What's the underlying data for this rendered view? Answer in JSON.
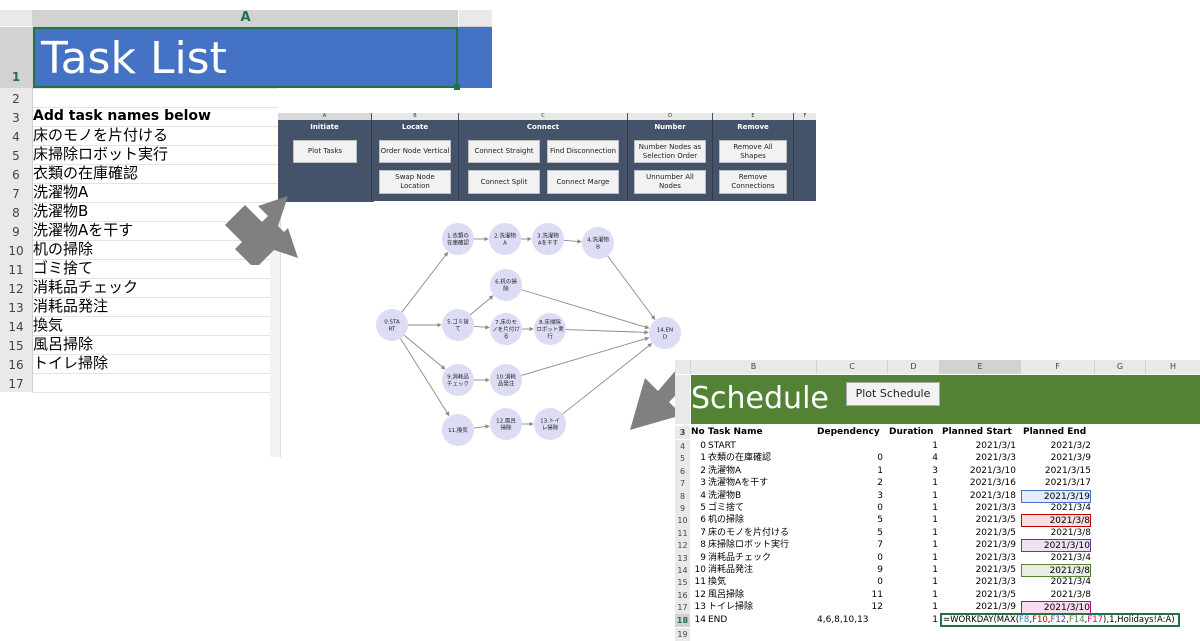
{
  "task_sheet": {
    "column_label": "A",
    "title": "Task List",
    "title_bg": "#4472c4",
    "header": "Add task names below",
    "row_numbers": [
      "1",
      "2",
      "3",
      "4",
      "5",
      "6",
      "7",
      "8",
      "9",
      "10",
      "11",
      "12",
      "13",
      "14",
      "15",
      "16",
      "17"
    ],
    "tasks": [
      "床のモノを片付ける",
      "床掃除ロボット実行",
      "衣類の在庫確認",
      "洗濯物A",
      "洗濯物B",
      "洗濯物Aを干す",
      "机の掃除",
      "ゴミ捨て",
      "消耗品チェック",
      "消耗品発注",
      "換気",
      "風呂掃除",
      "トイレ掃除"
    ]
  },
  "ribbon": {
    "bg": "#44536a",
    "col_letters": [
      "A",
      "B",
      "C",
      "D",
      "E",
      "F"
    ],
    "groups": [
      {
        "label": "Initiate",
        "buttons": [
          "Plot Tasks"
        ]
      },
      {
        "label": "Locate",
        "buttons": [
          "Order Node Vertical",
          "Swap Node Location"
        ]
      },
      {
        "label": "Connect",
        "buttons": [
          "Connect Straight",
          "Find Disconnection",
          "Connect Split",
          "Connect Marge"
        ]
      },
      {
        "label": "Number",
        "buttons": [
          "Number Nodes as Selection Order",
          "Unnumber All Nodes"
        ]
      },
      {
        "label": "Remove",
        "buttons": [
          "Remove All Shapes",
          "Remove Connections"
        ]
      }
    ]
  },
  "graph": {
    "node_color": "#dcdcf5",
    "nodes": [
      {
        "id": "n0",
        "label": "0.STA RT"
      },
      {
        "id": "n1",
        "label": "1.衣類の 在庫確認"
      },
      {
        "id": "n2",
        "label": "2.洗濯物 A"
      },
      {
        "id": "n3",
        "label": "3.洗濯物 Aを干す"
      },
      {
        "id": "n4",
        "label": "4.洗濯物 B"
      },
      {
        "id": "n5",
        "label": "5.ゴミ捨 て"
      },
      {
        "id": "n6",
        "label": "6.机の掃 除"
      },
      {
        "id": "n7",
        "label": "7.床のモ ノを片付け る"
      },
      {
        "id": "n8",
        "label": "8.床掃除 ロボット実 行"
      },
      {
        "id": "n9",
        "label": "9.消耗品 チェック"
      },
      {
        "id": "n10",
        "label": "10.消耗 品発注"
      },
      {
        "id": "n11",
        "label": "11.換気"
      },
      {
        "id": "n12",
        "label": "12.風呂 掃除"
      },
      {
        "id": "n13",
        "label": "13.トイ レ掃除"
      },
      {
        "id": "n14",
        "label": "14.EN D"
      }
    ],
    "edges": [
      [
        "n0",
        "n1"
      ],
      [
        "n0",
        "n5"
      ],
      [
        "n0",
        "n9"
      ],
      [
        "n0",
        "n11"
      ],
      [
        "n1",
        "n2"
      ],
      [
        "n2",
        "n3"
      ],
      [
        "n3",
        "n4"
      ],
      [
        "n5",
        "n6"
      ],
      [
        "n5",
        "n7"
      ],
      [
        "n7",
        "n8"
      ],
      [
        "n9",
        "n10"
      ],
      [
        "n11",
        "n12"
      ],
      [
        "n12",
        "n13"
      ],
      [
        "n4",
        "n14"
      ],
      [
        "n6",
        "n14"
      ],
      [
        "n8",
        "n14"
      ],
      [
        "n10",
        "n14"
      ],
      [
        "n13",
        "n14"
      ]
    ]
  },
  "schedule": {
    "col_letters": [
      "B",
      "C",
      "D",
      "E",
      "F",
      "G",
      "H"
    ],
    "title": "Schedule",
    "title_bg": "#548235",
    "button": "Plot Schedule",
    "headers": [
      "No",
      "Task Name",
      "Dependency",
      "Duration",
      "Planned Start",
      "Planned End"
    ],
    "rows": [
      {
        "rn": "4",
        "no": "0",
        "name": "START",
        "dep": "",
        "dur": "1",
        "start": "2021/3/1",
        "end": "2021/3/2"
      },
      {
        "rn": "5",
        "no": "1",
        "name": "衣類の在庫確認",
        "dep": "0",
        "dur": "4",
        "start": "2021/3/3",
        "end": "2021/3/9"
      },
      {
        "rn": "6",
        "no": "2",
        "name": "洗濯物A",
        "dep": "1",
        "dur": "3",
        "start": "2021/3/10",
        "end": "2021/3/15"
      },
      {
        "rn": "7",
        "no": "3",
        "name": "洗濯物Aを干す",
        "dep": "2",
        "dur": "1",
        "start": "2021/3/16",
        "end": "2021/3/17"
      },
      {
        "rn": "8",
        "no": "4",
        "name": "洗濯物B",
        "dep": "3",
        "dur": "1",
        "start": "2021/3/18",
        "end": "2021/3/19"
      },
      {
        "rn": "9",
        "no": "5",
        "name": "ゴミ捨て",
        "dep": "0",
        "dur": "1",
        "start": "2021/3/3",
        "end": "2021/3/4"
      },
      {
        "rn": "10",
        "no": "6",
        "name": "机の掃除",
        "dep": "5",
        "dur": "1",
        "start": "2021/3/5",
        "end": "2021/3/8"
      },
      {
        "rn": "11",
        "no": "7",
        "name": "床のモノを片付ける",
        "dep": "5",
        "dur": "1",
        "start": "2021/3/5",
        "end": "2021/3/8"
      },
      {
        "rn": "12",
        "no": "8",
        "name": "床掃除ロボット実行",
        "dep": "7",
        "dur": "1",
        "start": "2021/3/9",
        "end": "2021/3/10"
      },
      {
        "rn": "13",
        "no": "9",
        "name": "消耗品チェック",
        "dep": "0",
        "dur": "1",
        "start": "2021/3/3",
        "end": "2021/3/4"
      },
      {
        "rn": "14",
        "no": "10",
        "name": "消耗品発注",
        "dep": "9",
        "dur": "1",
        "start": "2021/3/5",
        "end": "2021/3/8"
      },
      {
        "rn": "15",
        "no": "11",
        "name": "換気",
        "dep": "0",
        "dur": "1",
        "start": "2021/3/3",
        "end": "2021/3/4"
      },
      {
        "rn": "16",
        "no": "12",
        "name": "風呂掃除",
        "dep": "11",
        "dur": "1",
        "start": "2021/3/5",
        "end": "2021/3/8"
      },
      {
        "rn": "17",
        "no": "13",
        "name": "トイレ掃除",
        "dep": "12",
        "dur": "1",
        "start": "2021/3/9",
        "end": "2021/3/10"
      }
    ],
    "end_row": {
      "rn": "18",
      "no": "14",
      "name": "END",
      "dep": "4,6,8,10,13",
      "dur": "1",
      "formula": "=WORKDAY(MAX(F8,F10,F12,F14,F17),1,Holidays!A:A)"
    },
    "last_row_number": "19",
    "header_row_number": "3",
    "end_highlight_colors": {
      "F8": "#4472c4",
      "F10": "#c00000",
      "F12": "#7030a0",
      "F14": "#548235",
      "F17": "#c00078"
    }
  }
}
